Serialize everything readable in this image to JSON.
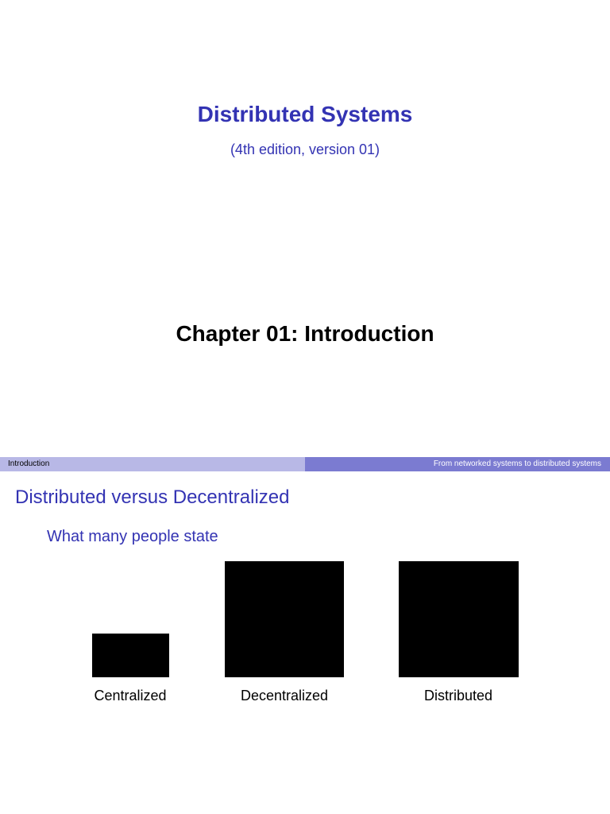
{
  "colors": {
    "accent": "#3333b3",
    "header_bar_left": "#b8b8e6",
    "header_bar_right": "#7b7bd1",
    "figure_fill": "#000000"
  },
  "title_slide": {
    "title": "Distributed Systems",
    "subtitle": "(4th edition, version 01)",
    "chapter": "Chapter 01: Introduction"
  },
  "content_slide": {
    "header": {
      "section": "Introduction",
      "subsection": "From networked systems to distributed systems"
    },
    "frame_title": "Distributed versus Decentralized",
    "block_title": "What many people state",
    "figures": [
      {
        "label": "Centralized"
      },
      {
        "label": "Decentralized"
      },
      {
        "label": "Distributed"
      }
    ]
  }
}
